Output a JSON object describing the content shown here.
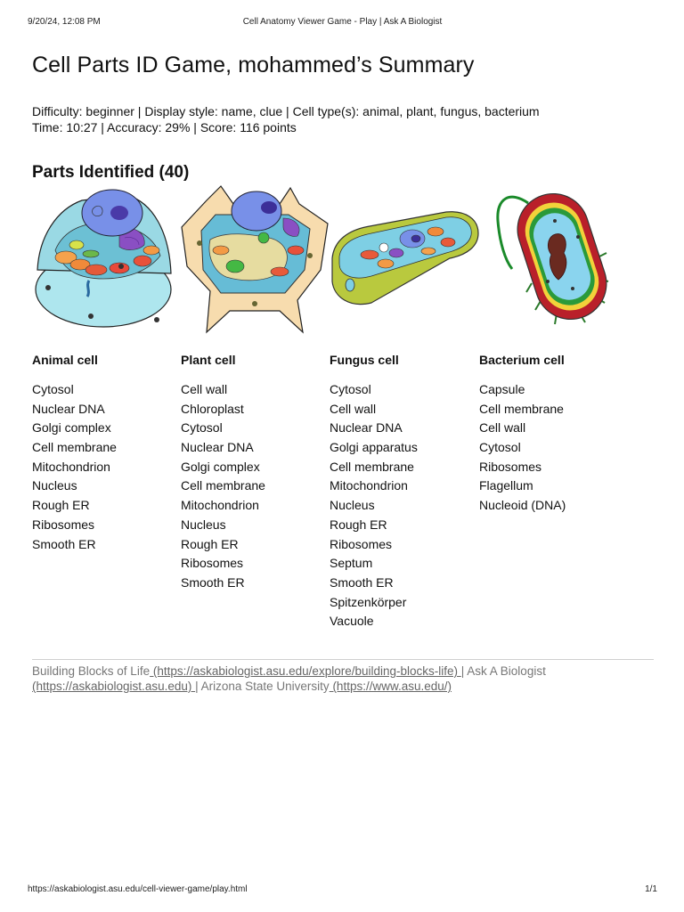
{
  "print_header": {
    "datetime": "9/20/24, 12:08 PM",
    "page_title": "Cell Anatomy Viewer Game - Play | Ask A Biologist"
  },
  "title": "Cell Parts ID Game, mohammed’s Summary",
  "meta_line1": "Difficulty: beginner | Display style: name, clue | Cell type(s): animal, plant, fungus, bacterium",
  "meta_line2": "Time: 10:27 | Accuracy: 29% | Score: 116 points",
  "parts_heading": "Parts Identified (40)",
  "cells": [
    {
      "name": "Animal cell",
      "parts": [
        "Cytosol",
        "Nuclear DNA",
        "Golgi complex",
        "Cell membrane",
        "Mitochondrion",
        "Nucleus",
        "Rough ER",
        "Ribosomes",
        "Smooth ER"
      ]
    },
    {
      "name": "Plant cell",
      "parts": [
        "Cell wall",
        "Chloroplast",
        "Cytosol",
        "Nuclear DNA",
        "Golgi complex",
        "Cell membrane",
        "Mitochondrion",
        "Nucleus",
        "Rough ER",
        "Ribosomes",
        "Smooth ER"
      ]
    },
    {
      "name": "Fungus cell",
      "parts": [
        "Cytosol",
        "Cell wall",
        "Nuclear DNA",
        "Golgi apparatus",
        "Cell membrane",
        "Mitochondrion",
        "Nucleus",
        "Rough ER",
        "Ribosomes",
        "Septum",
        "Smooth ER",
        "Spitzenkörper",
        "Vacuole"
      ]
    },
    {
      "name": "Bacterium cell",
      "parts": [
        "Capsule",
        "Cell membrane",
        "Cell wall",
        "Cytosol",
        "Ribosomes",
        "Flagellum",
        "Nucleoid (DNA)"
      ]
    }
  ],
  "footer": {
    "text1": "Building Blocks of Life",
    "link1": " (https://askabiologist.asu.edu/explore/building-blocks-life) ",
    "sep1": "| Ask A Biologist",
    "link2": "(https://askabiologist.asu.edu) ",
    "sep2": "| Arizona State University",
    "link3": " (https://www.asu.edu/)"
  },
  "print_footer": {
    "url": "https://askabiologist.asu.edu/cell-viewer-game/play.html",
    "page": "1/1"
  }
}
